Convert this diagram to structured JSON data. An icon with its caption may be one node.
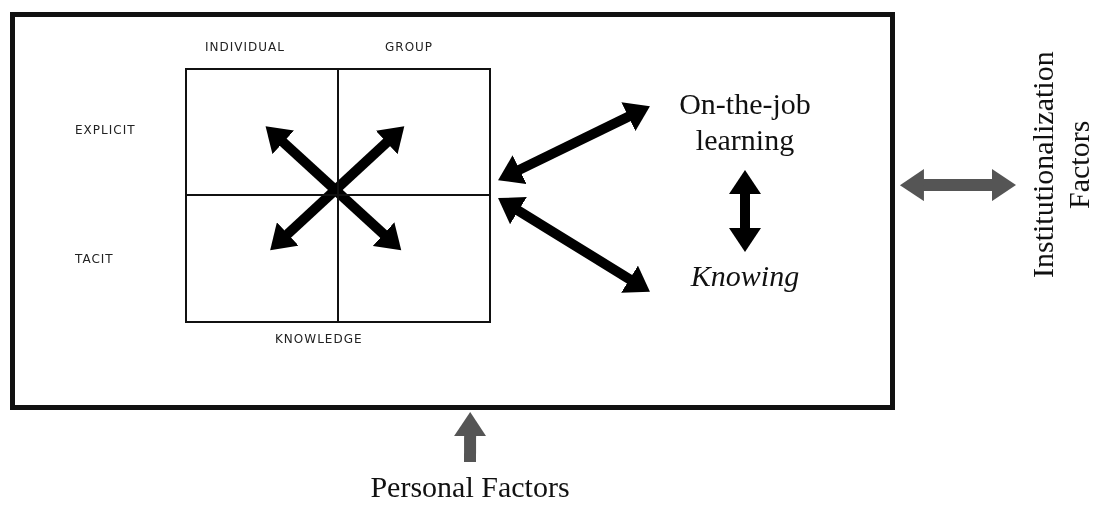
{
  "diagram": {
    "nodes": [
      {
        "text": [],
        "shape": "box"
      },
      {
        "text": [],
        "shape": "box",
        "in": 0
      },
      {
        "text": [],
        "shape": "box",
        "in": 1
      },
      {
        "text": [],
        "shape": "box",
        "in": 1
      },
      {
        "text": [],
        "shape": "box",
        "in": 1
      },
      {
        "text": [],
        "shape": "box",
        "in": 1
      },
      {
        "text": [
          "On-the-job learning"
        ],
        "in": 0
      },
      {
        "text": [
          "Knowing"
        ],
        "in": 0
      },
      {
        "text": [
          "Institutionalization Factors"
        ]
      },
      {
        "text": [
          "Personal Factors"
        ]
      }
    ],
    "edges": [
      {
        "from": 1,
        "to": 6,
        "arrow": "both"
      },
      {
        "from": 1,
        "to": 7,
        "arrow": "both"
      },
      {
        "from": 6,
        "to": 7,
        "arrow": "both"
      },
      {
        "from": 2,
        "to": 5,
        "arrow": "both"
      },
      {
        "from": 3,
        "to": 4,
        "arrow": "both"
      },
      {
        "from": 8,
        "to": 0,
        "arrow": "both",
        "color": "#555555"
      },
      {
        "from": 9,
        "to": 0,
        "arrow": "to",
        "color": "#555555"
      }
    ],
    "labels": [
      "INDIVIDUAL",
      "GROUP",
      "EXPLICIT",
      "TACIT",
      "KNOWLEDGE"
    ]
  }
}
